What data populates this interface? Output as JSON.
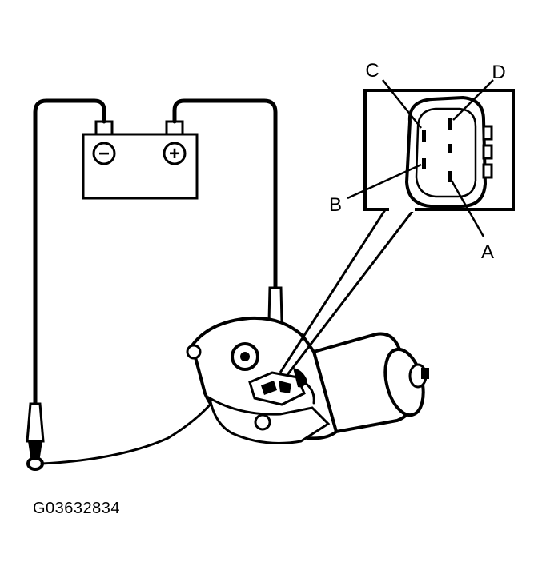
{
  "battery": {
    "negative_symbol": "−",
    "positive_symbol": "+"
  },
  "connector": {
    "terminal_labels": {
      "a": "A",
      "b": "B",
      "c": "C",
      "d": "D"
    }
  },
  "figure_id": "G03632834",
  "colors": {
    "ink": "#000000",
    "background": "#ffffff"
  }
}
